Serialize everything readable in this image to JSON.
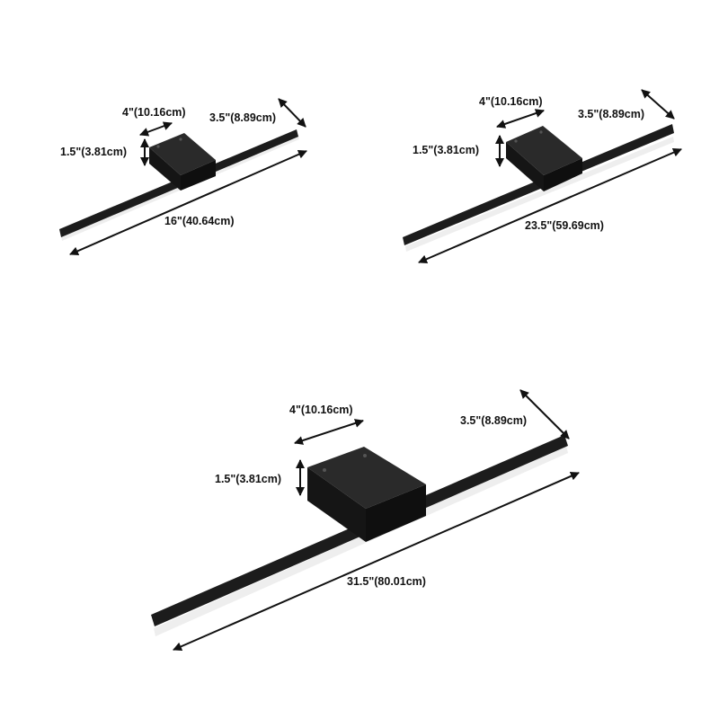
{
  "colors": {
    "fixture": "#1c1c1c",
    "fixture_shadow": "#0c0c0c",
    "diffuser": "#eeeeee",
    "dimension_line": "#111111"
  },
  "fixtures": [
    {
      "size": "small",
      "labels": {
        "width": "4\"(10.16cm)",
        "depth": "3.5\"(8.89cm)",
        "height": "1.5\"(3.81cm)",
        "length": "16\"(40.64cm)"
      }
    },
    {
      "size": "medium",
      "labels": {
        "width": "4\"(10.16cm)",
        "depth": "3.5\"(8.89cm)",
        "height": "1.5\"(3.81cm)",
        "length": "23.5\"(59.69cm)"
      }
    },
    {
      "size": "large",
      "labels": {
        "width": "4\"(10.16cm)",
        "depth": "3.5\"(8.89cm)",
        "height": "1.5\"(3.81cm)",
        "length": "31.5\"(80.01cm)"
      }
    }
  ]
}
